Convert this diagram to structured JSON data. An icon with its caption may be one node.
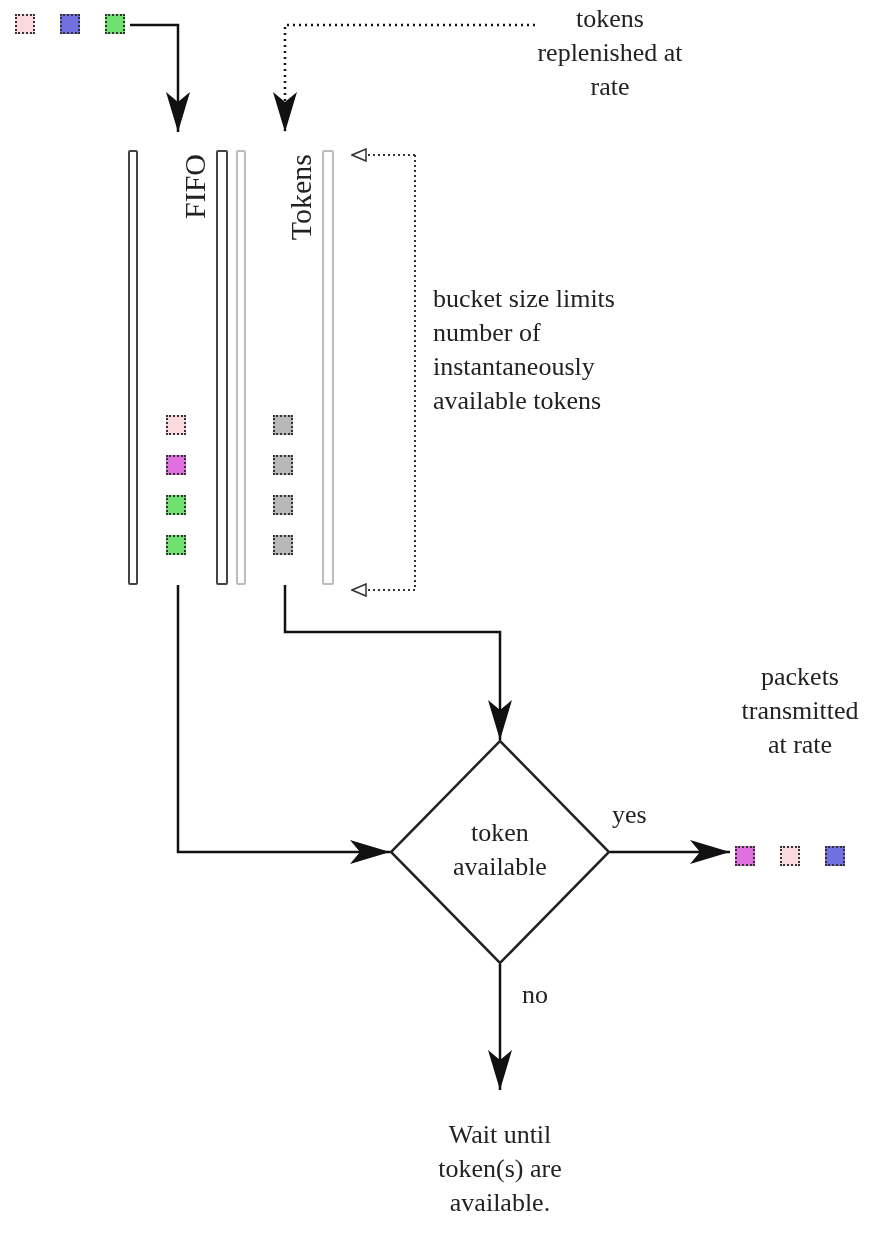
{
  "diagram": {
    "nodes": [
      {
        "text": [],
        "shape": "box"
      },
      {
        "text": [
          "tokens replenished at rate"
        ]
      },
      {
        "text": [
          "FIFO"
        ]
      },
      {
        "text": [
          "Tokens"
        ]
      },
      {
        "text": [
          "token available"
        ]
      },
      {
        "text": [],
        "shape": "box",
        "beside": [
          "packets transmitted at rate"
        ]
      },
      {
        "text": [
          "Wait until token(s) are available."
        ]
      }
    ],
    "edges": [
      {
        "from": 0,
        "to": 2,
        "arrow": "to"
      },
      {
        "from": 1,
        "to": 3,
        "arrow": "to",
        "style": "dashed"
      },
      {
        "from": 2,
        "to": 4,
        "arrow": "to"
      },
      {
        "from": 3,
        "to": 4,
        "arrow": "to"
      },
      {
        "from": 4,
        "to": 5,
        "arrow": "to",
        "label": "yes"
      },
      {
        "from": 4,
        "to": 6,
        "arrow": "to",
        "label": "no"
      }
    ],
    "labels": [
      "bucket size limits number of instantaneously available tokens"
    ]
  }
}
